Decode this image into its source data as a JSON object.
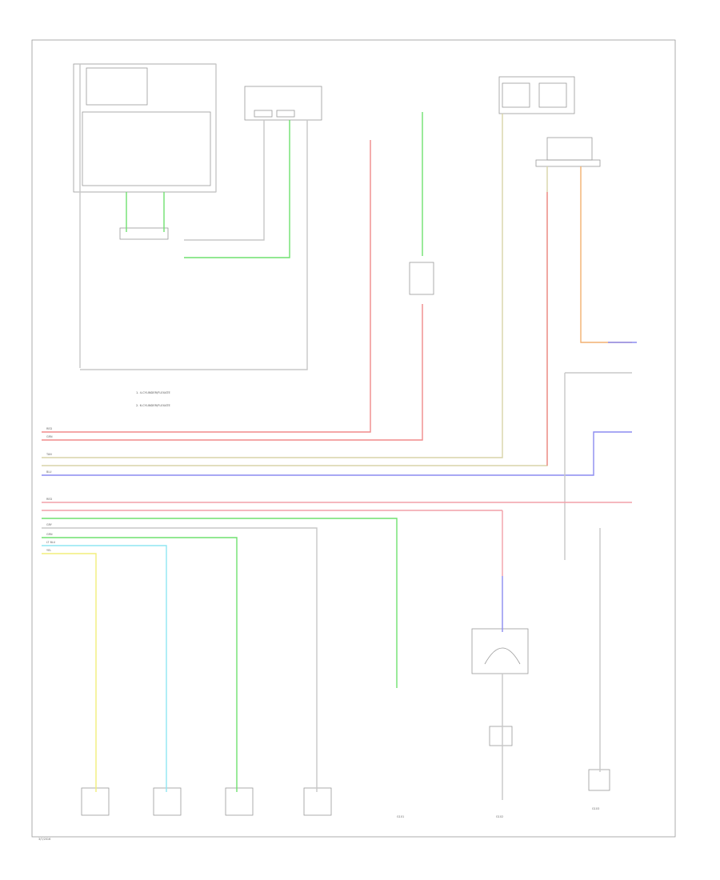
{
  "diagram": {
    "colors": {
      "red": "#f08a8a",
      "red_pink": "#f2a0a8",
      "green": "#6fe06f",
      "blue": "#8c8cf0",
      "yellow": "#f2ee7a",
      "cyan": "#8fe6f2",
      "tan": "#d8d4a8",
      "orange": "#f2b070",
      "gray": "#c8c8c8",
      "frame": "#9a9a9a"
    },
    "legend": {
      "line1": "1. 4-CYLINDER/FLEXATE",
      "line2": "2. 6-CYLINDER/FLEXATE"
    },
    "wire_labels": {
      "top_red": "RED",
      "top_green": "GRN",
      "tan": "TAN",
      "blue": "BLU",
      "red_mid": "RED",
      "yellow": "YEL",
      "cyan": "LT BLU",
      "green_low": "GRN",
      "gray_low": "GRY"
    },
    "ground_labels": {
      "g1": "G101",
      "g2": "G102",
      "g3": "G103"
    },
    "corner_code": "3/7/2016"
  }
}
